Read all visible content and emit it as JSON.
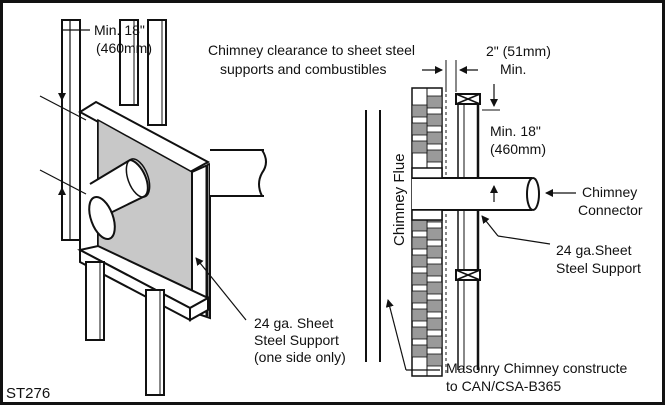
{
  "diagram": {
    "figure_code": "ST276",
    "labels": {
      "min18_left_line1": "Min. 18\"",
      "min18_left_line2": "(460mm)",
      "clearance_line1": "Chimney clearance to sheet steel",
      "clearance_line2": "supports and combustibles",
      "two_inch_line1": "2\" (51mm)",
      "two_inch_line2": "Min.",
      "min18_right_line1": "Min. 18\"",
      "min18_right_line2": "(460mm)",
      "chimney_flue": "Chimney Flue",
      "connector_line1": "Chimney",
      "connector_line2": "Connector",
      "steel_right_line1": "24 ga.Sheet",
      "steel_right_line2": "Steel Support",
      "steel_left_line1": "24 ga. Sheet",
      "steel_left_line2": "Steel Support",
      "steel_left_line3": "(one side only)",
      "masonry_line1": "Masonry Chimney constructe",
      "masonry_line2": "to CAN/CSA-B365"
    },
    "colors": {
      "ink": "#111111",
      "sheet_steel": "#c8c8c8",
      "brick": "#9a9a9a",
      "background": "#ffffff"
    }
  }
}
